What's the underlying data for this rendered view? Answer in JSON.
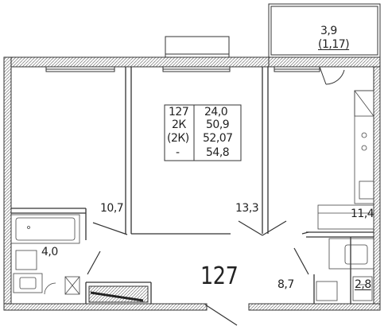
{
  "unit": {
    "number": "127",
    "title_number": "127",
    "rooms_code": "2К",
    "rooms_code_alt": "(2К)",
    "dash": "-",
    "living_area": "24,0",
    "total_area": "50,9",
    "area_with_balcony": "52,07",
    "area_full": "54,8"
  },
  "rooms": {
    "balcony_area": "3,9",
    "balcony_coeff": "(1,17)",
    "bedroom": "10,7",
    "living_room": "13,3",
    "kitchen": "11,4",
    "bathroom": "4,0",
    "hallway": "8,7",
    "wc": "2,8"
  }
}
